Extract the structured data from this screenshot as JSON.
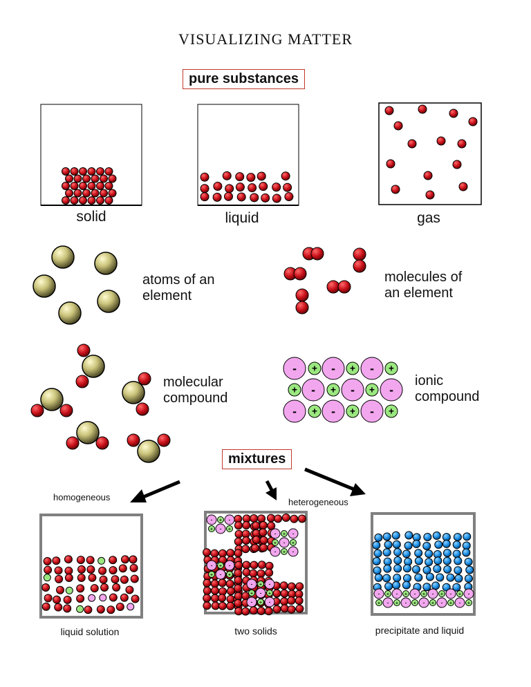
{
  "title": "VISUALIZING MATTER",
  "pure_substances_label": "pure substances",
  "states": {
    "solid": "solid",
    "liquid": "liquid",
    "gas": "gas"
  },
  "atoms_of_element": {
    "line1": "atoms of an",
    "line2": "element"
  },
  "molecules_of_element": {
    "line1": "molecules of",
    "line2": "an element"
  },
  "molecular_compound": {
    "line1": "molecular",
    "line2": "compound"
  },
  "ionic_compound": {
    "line1": "ionic",
    "line2": "compound"
  },
  "ion_signs": {
    "minus": "-",
    "plus": "+"
  },
  "mixtures_label": "mixtures",
  "homogeneous_label": "homogeneous",
  "heterogeneous_label": "heterogeneous",
  "mixture_types": {
    "liquid_solution": "liquid solution",
    "two_solids": "two solids",
    "precipitate_and_liquid": "precipitate and liquid"
  },
  "colors": {
    "red_particle": "#d0141e",
    "yellow_atom": "#c9c27a",
    "pink_ion": "#f2a6ee",
    "green_ion": "#9be880",
    "blue_particle": "#1e90e6",
    "label_border": "#c0392b",
    "mixture_frame": "#808080"
  }
}
